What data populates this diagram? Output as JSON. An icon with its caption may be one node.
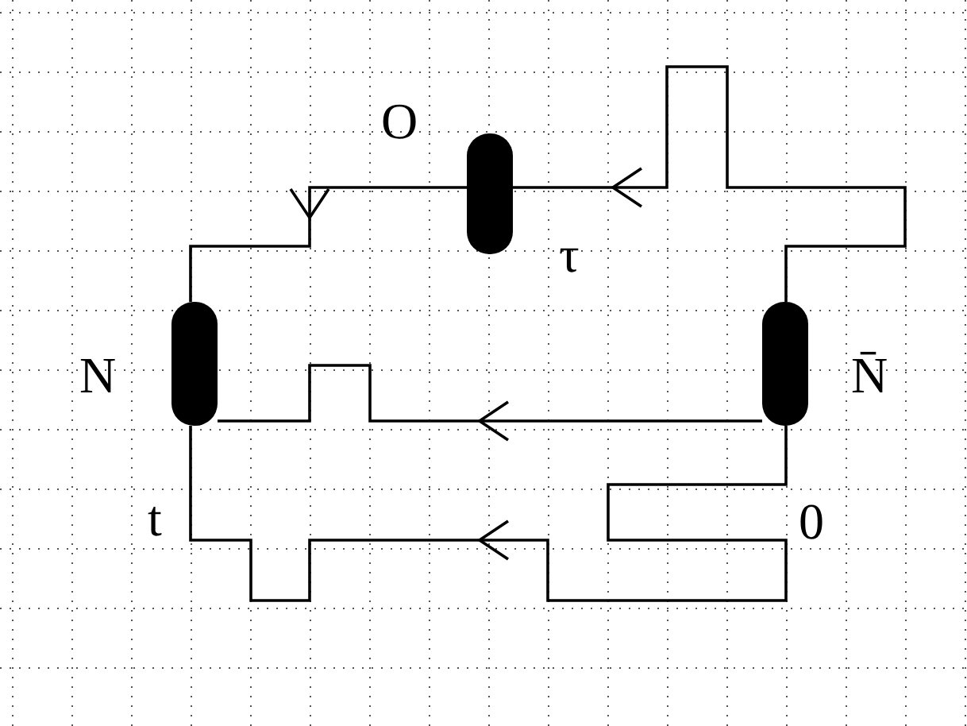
{
  "diagram": {
    "nodes": [
      {
        "text": [],
        "shape": "bar",
        "beside": [
          "N"
        ]
      },
      {
        "text": [],
        "shape": "bar",
        "beside": [
          "τ"
        ]
      },
      {
        "text": [],
        "shape": "bar",
        "beside": [
          "N̄"
        ]
      }
    ],
    "edges": [
      {
        "from": 1,
        "to": 0,
        "arrow": "to"
      },
      {
        "from": 2,
        "to": 1,
        "arrow": "to"
      },
      {
        "from": 2,
        "to": 0,
        "arrow": "to"
      },
      {
        "from": 2,
        "to": 0,
        "arrow": "to"
      }
    ],
    "labels": [
      "O",
      "t",
      "0"
    ]
  }
}
